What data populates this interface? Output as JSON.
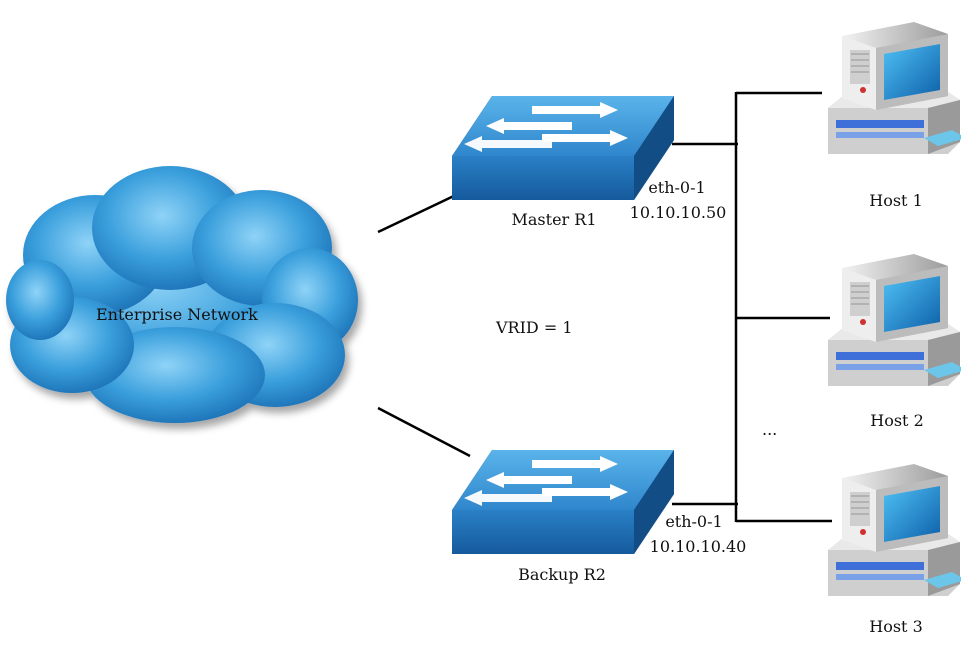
{
  "cloud": {
    "label": "Enterprise Network"
  },
  "vrid_label": "VRID = 1",
  "ellipsis": "...",
  "routers": [
    {
      "name": "Master R1",
      "port": "eth-0-1",
      "ip": "10.10.10.50"
    },
    {
      "name": "Backup R2",
      "port": "eth-0-1",
      "ip": "10.10.10.40"
    }
  ],
  "hosts": [
    {
      "label": "Host 1"
    },
    {
      "label": "Host 2"
    },
    {
      "label": "Host 3"
    }
  ],
  "colors": {
    "cloud_light": "#7cc8f2",
    "cloud_dark": "#1f7fc6",
    "switch_top": "#4fa9e4",
    "switch_front": "#1f6fb6",
    "switch_side": "#155694",
    "line": "#000000",
    "monitor_screen": "#1a8fd8",
    "pc_body": "#d6d6d6"
  }
}
